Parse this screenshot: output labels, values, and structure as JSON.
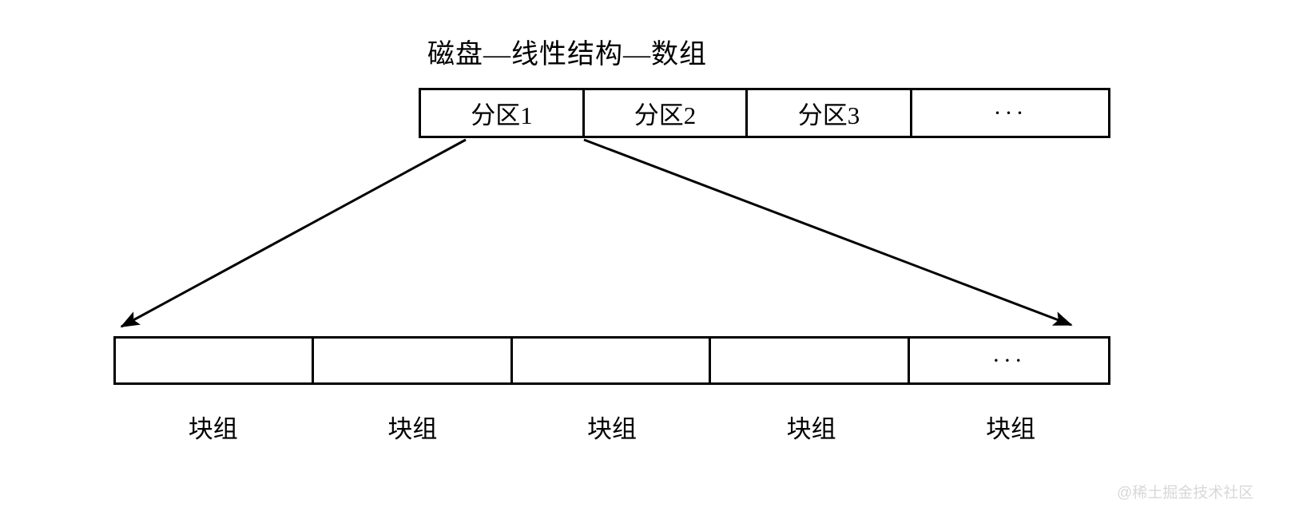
{
  "diagram": {
    "title": "磁盘—线性结构—数组",
    "partition_table": {
      "name": "disk-partition-array",
      "cells": [
        {
          "label": "分区1"
        },
        {
          "label": "分区2"
        },
        {
          "label": "分区3"
        },
        {
          "label": "···"
        }
      ]
    },
    "blockgroup_table": {
      "name": "partition1-block-groups",
      "cells": [
        {
          "label": ""
        },
        {
          "label": ""
        },
        {
          "label": ""
        },
        {
          "label": ""
        },
        {
          "label": "···"
        }
      ],
      "labels": [
        "块组",
        "块组",
        "块组",
        "块组",
        "块组"
      ]
    },
    "connectors": [
      {
        "name": "expand-left-arrow",
        "from": "partition1-bottom-left",
        "to": "blockgroup-table-top-left"
      },
      {
        "name": "expand-right-arrow",
        "from": "partition1-bottom-right",
        "to": "blockgroup-table-top-right"
      }
    ],
    "colors": {
      "stroke": "#000000",
      "background": "#ffffff",
      "watermark": "#d8d8d8"
    }
  },
  "watermark": {
    "text": "@稀土掘金技术社区"
  }
}
